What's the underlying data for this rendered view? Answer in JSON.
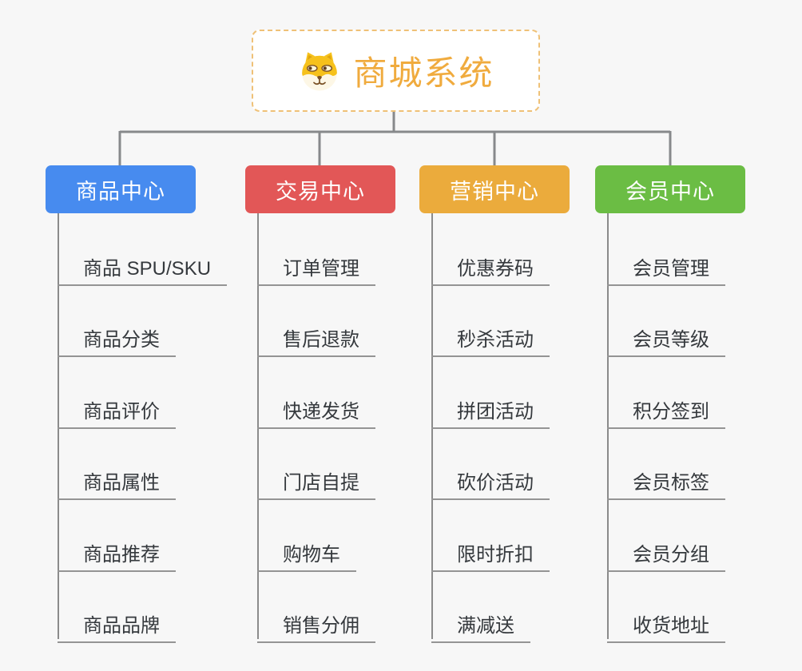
{
  "root": {
    "title": "商城系统",
    "icon": "shiba-dog-icon",
    "title_color": "#f0ab3e",
    "border_color": "#efc177",
    "background": "#ffffff"
  },
  "canvas": {
    "background": "#f7f7f7",
    "connector_color": "#87898b",
    "leaf_line_color": "#949494",
    "leaf_text_color": "#35393d"
  },
  "branches": [
    {
      "label": "商品中心",
      "color": "#478bef",
      "items": [
        "商品 SPU/SKU",
        "商品分类",
        "商品评价",
        "商品属性",
        "商品推荐",
        "商品品牌"
      ]
    },
    {
      "label": "交易中心",
      "color": "#e25757",
      "items": [
        "订单管理",
        "售后退款",
        "快递发货",
        "门店自提",
        "购物车",
        "销售分佣"
      ]
    },
    {
      "label": "营销中心",
      "color": "#ebab3c",
      "items": [
        "优惠券码",
        "秒杀活动",
        "拼团活动",
        "砍价活动",
        "限时折扣",
        "满减送"
      ]
    },
    {
      "label": "会员中心",
      "color": "#6bbd44",
      "items": [
        "会员管理",
        "会员等级",
        "积分签到",
        "会员标签",
        "会员分组",
        "收货地址"
      ]
    }
  ]
}
